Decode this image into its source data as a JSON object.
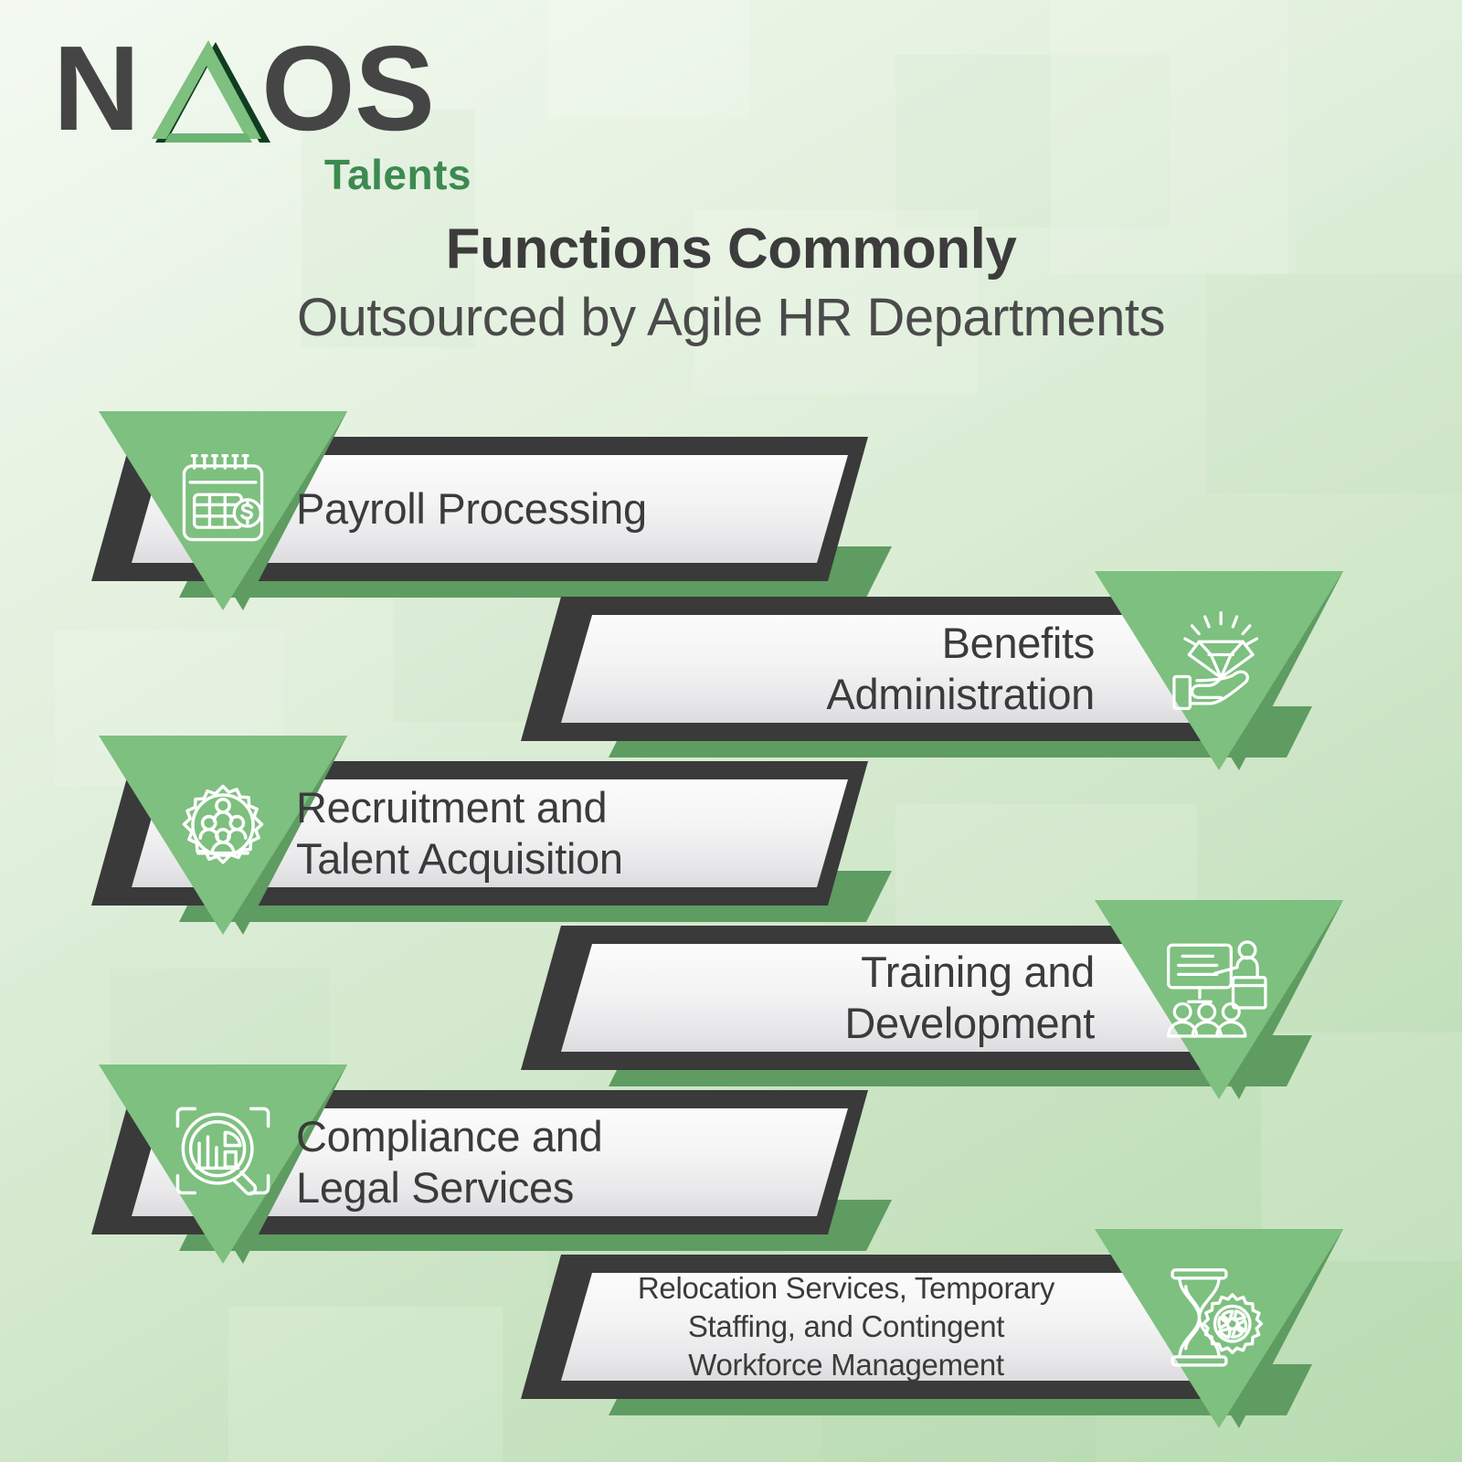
{
  "brand": {
    "logo_text_n": "N",
    "logo_text_o": "O",
    "logo_text_s": "S",
    "logo_triangle_icon": "triangle-a-logo",
    "tagline": "Talents",
    "green_light": "#7dc07f",
    "green_dark": "#5e9c61",
    "green_tagline": "#3d8a50",
    "charcoal": "#3a3a3a",
    "text_dark": "#3c3c3c"
  },
  "title": {
    "line1": "Functions Commonly",
    "line2": "Outsourced by Agile HR Departments"
  },
  "items": [
    {
      "label": "Payroll Processing",
      "icon": "calendar-dollar-icon",
      "side": "left",
      "align": "l",
      "size": "normal"
    },
    {
      "label": "Benefits\nAdministration",
      "icon": "hand-diamond-icon",
      "side": "right",
      "align": "r",
      "size": "normal"
    },
    {
      "label": "Recruitment and\nTalent Acquisition",
      "icon": "gear-people-icon",
      "side": "left",
      "align": "l",
      "size": "normal"
    },
    {
      "label": "Training and\nDevelopment",
      "icon": "presentation-training-icon",
      "side": "right",
      "align": "r",
      "size": "normal"
    },
    {
      "label": "Compliance and\nLegal Services",
      "icon": "magnifier-chart-icon",
      "side": "left",
      "align": "l",
      "size": "normal"
    },
    {
      "label": "Relocation Services, Temporary\nStaffing, and Contingent\nWorkforce Management",
      "icon": "hourglass-gear-icon",
      "side": "right",
      "align": "c",
      "size": "small"
    }
  ]
}
